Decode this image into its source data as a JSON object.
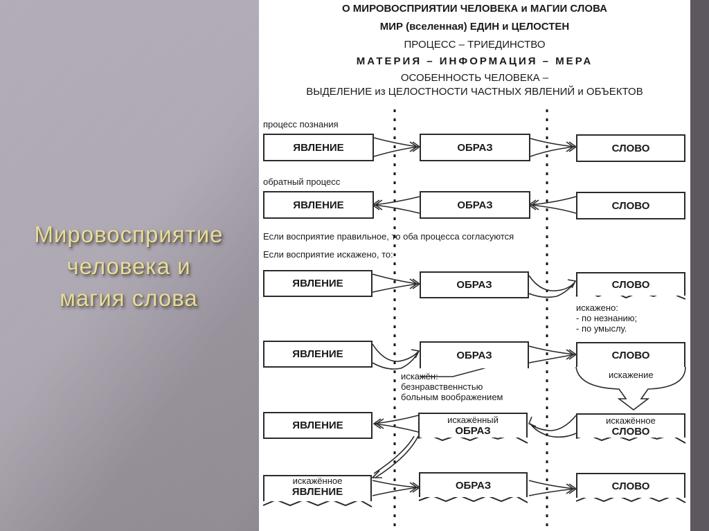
{
  "slide": {
    "title_lines": [
      "Мировосприятие",
      "человека и",
      "магия слова"
    ],
    "colors": {
      "title_text": "#e6dca4",
      "background": "#9a949e",
      "panel": "#ffffff",
      "strip": "#5d585f"
    }
  },
  "diagram": {
    "header": {
      "line1": "О МИРОВОСПРИЯТИИ ЧЕЛОВЕКА и МАГИИ СЛОВА",
      "line2": "МИР (вселенная) ЕДИН и ЦЕЛОСТЕН",
      "line3": "ПРОЦЕСС – ТРИЕДИНСТВО",
      "line4": "МАТЕРИЯ – ИНФОРМАЦИЯ – МЕРА",
      "line5": "ОСОБЕННОСТЬ ЧЕЛОВЕКА –",
      "line6": "ВЫДЕЛЕНИЕ из ЦЕЛОСТНОСТИ ЧАСТНЫХ ЯВЛЕНИЙ и ОБЪЕКТОВ"
    },
    "labels": {
      "cognition": "процесс познания",
      "reverse": "обратный процесс",
      "if_correct": "Если восприятие правильное, то оба процесса согласуются",
      "if_distorted": "Если восприятие искажено, то:"
    },
    "rows": [
      {
        "phenomenon": "ЯВЛЕНИЕ",
        "image": "ОБРАЗ",
        "word": "СЛОВО"
      },
      {
        "phenomenon": "ЯВЛЕНИЕ",
        "image": "ОБРАЗ",
        "word": "СЛОВО"
      },
      {
        "phenomenon": "ЯВЛЕНИЕ",
        "image": "ОБРАЗ",
        "word": "СЛОВО"
      },
      {
        "phenomenon": "ЯВЛЕНИЕ",
        "image": "ОБРАЗ",
        "word": "СЛОВО"
      },
      {
        "phenomenon": "ЯВЛЕНИЕ",
        "image_sub": "искажённый",
        "image": "ОБРАЗ",
        "word_sub": "искажённое",
        "word": "СЛОВО"
      },
      {
        "phenomenon_sub": "искажённое",
        "phenomenon": "ЯВЛЕНИЕ",
        "image": "ОБРАЗ",
        "word": "СЛОВО"
      }
    ],
    "notes": {
      "word_distorted": [
        "искажено:",
        "- по незнанию;",
        "- по умыслу."
      ],
      "image_distorted": [
        "искажён:",
        "безнравственнстью",
        "больным воображением"
      ],
      "distortion": "искажение"
    }
  }
}
